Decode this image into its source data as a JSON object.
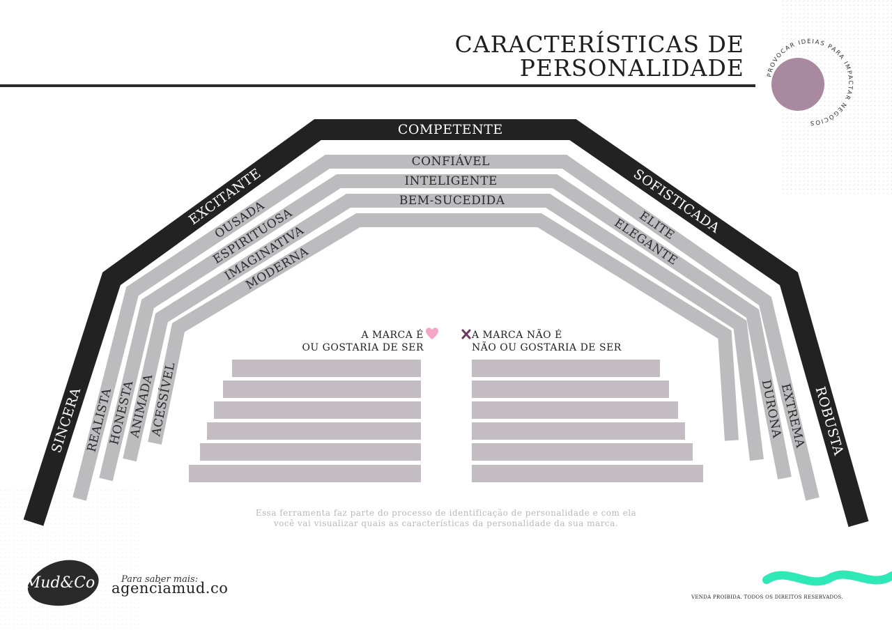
{
  "title": {
    "line1": "CARACTERÍSTICAS DE",
    "line2": "PERSONALIDADE"
  },
  "stamp": {
    "text": "PROVOCAR IDEIAS PARA IMPACTAR NEGÓCIOS",
    "color": "#a8899f"
  },
  "arch": {
    "outer_color": "#222222",
    "inner_color": "#bcbcbf",
    "outer": {
      "left": "SINCERA",
      "left_upper": "EXCITANTE",
      "top": "COMPETENTE",
      "right_upper": "SOFISTICADA",
      "right": "ROBUSTA"
    },
    "layers": [
      {
        "left": "REALISTA",
        "left_upper": "OUSADA",
        "top": "CONFIÁVEL",
        "right_upper": "ELITE",
        "right": "EXTREMA"
      },
      {
        "left": "HONESTA",
        "left_upper": "ESPIRITUOSA",
        "top": "INTELIGENTE",
        "right_upper": "ELEGANTE",
        "right": "DURONA"
      },
      {
        "left": "ANIMADA",
        "left_upper": "IMAGINATIVA",
        "top": "BEM-SUCEDIDA",
        "right_upper": "",
        "right": ""
      },
      {
        "left": "ACESSÍVEL",
        "left_upper": "MODERNA",
        "top": "",
        "right_upper": "",
        "right": ""
      }
    ]
  },
  "legend": {
    "is_line1": "A MARCA É",
    "is_line2": "OU GOSTARIA DE SER",
    "is_icon": "heart-icon",
    "is_icon_color": "#f4a6c6",
    "not_line1": "A MARCA NÃO É",
    "not_line2": "NÃO OU GOSTARIA DE SER",
    "not_icon": "x-icon",
    "not_icon_color": "#6b3a5e"
  },
  "answer_bars": {
    "color": "#c3bcc3",
    "per_side": 6
  },
  "footnote": {
    "line1": "Essa ferramenta faz parte do processo de identificação de personalidade e com ela",
    "line2": "você vai visualizar quais as características da personalidade da sua marca."
  },
  "footer": {
    "logo": "Mud&Co",
    "saber": "Para saber mais:",
    "site": "agenciamud.co",
    "rights": "VENDA PROIBIDA. TODOS OS DIREITOS RESERVADOS.",
    "wave_color": "#2ee8b6"
  }
}
